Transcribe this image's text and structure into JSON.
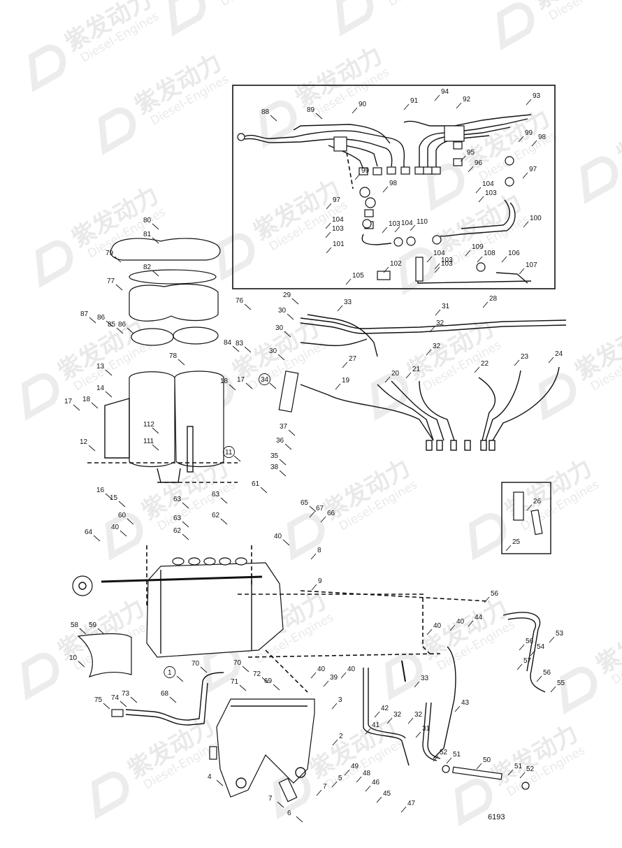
{
  "diagram": {
    "drawing_number": "6193",
    "watermark": {
      "cn": "紫发动力",
      "en": "Diesel-Engines"
    },
    "part_labels": [
      "88",
      "89",
      "90",
      "91",
      "94",
      "92",
      "93",
      "99",
      "98",
      "95",
      "96",
      "97",
      "99",
      "98",
      "97",
      "104",
      "103",
      "104",
      "103",
      "100",
      "104",
      "103",
      "110",
      "101",
      "103",
      "104",
      "103",
      "109",
      "108",
      "106",
      "107",
      "105",
      "102",
      "80",
      "81",
      "79",
      "82",
      "77",
      "76",
      "87",
      "86",
      "85",
      "86",
      "84",
      "83",
      "78",
      "29",
      "30",
      "30",
      "30",
      "33",
      "31",
      "32",
      "32",
      "28",
      "27",
      "34",
      "13",
      "14",
      "18",
      "17",
      "17",
      "18",
      "12",
      "112",
      "111",
      "11",
      "16",
      "15",
      "20",
      "21",
      "19",
      "22",
      "23",
      "24",
      "37",
      "36",
      "35",
      "38",
      "61",
      "63",
      "63",
      "63",
      "62",
      "62",
      "65",
      "67",
      "66",
      "60",
      "40",
      "40",
      "64",
      "8",
      "9",
      "26",
      "25",
      "58",
      "59",
      "56",
      "53",
      "56",
      "54",
      "57",
      "56",
      "55",
      "40",
      "40",
      "44",
      "10",
      "1",
      "70",
      "70",
      "72",
      "69",
      "71",
      "39",
      "40",
      "40",
      "42",
      "33",
      "32",
      "32",
      "31",
      "43",
      "41",
      "3",
      "68",
      "73",
      "74",
      "75",
      "2",
      "4",
      "7",
      "7",
      "5",
      "6",
      "49",
      "48",
      "46",
      "45",
      "47",
      "52",
      "51",
      "50",
      "51",
      "52"
    ]
  }
}
